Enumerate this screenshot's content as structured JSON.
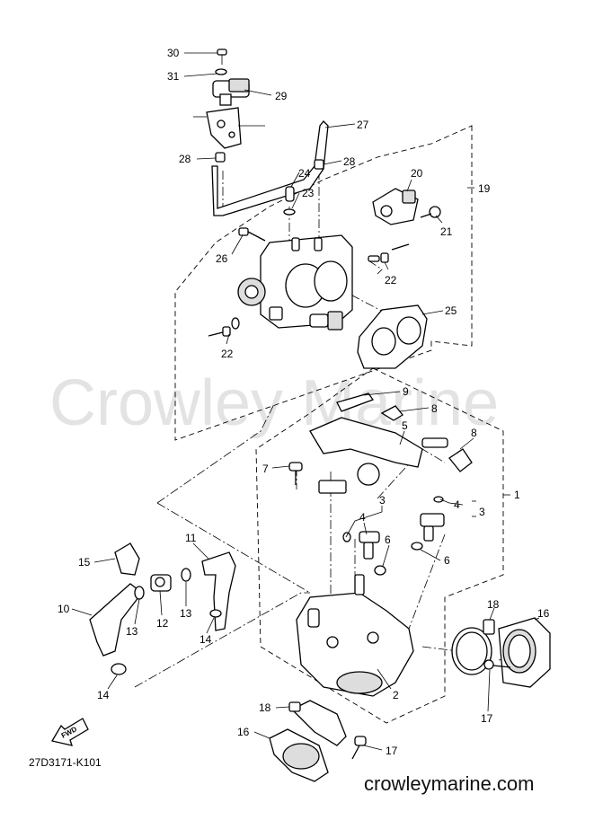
{
  "watermark": "Crowley Marine",
  "site": "crowleymarine.com",
  "drawing_code": "27D3171-K101",
  "fwd_label": "FWD",
  "callouts": {
    "c1": "1",
    "c2": "2",
    "c3a": "3",
    "c3b": "3",
    "c4a": "4",
    "c4b": "4",
    "c5": "5",
    "c6a": "6",
    "c6b": "6",
    "c7": "7",
    "c8a": "8",
    "c8b": "8",
    "c9": "9",
    "c10": "10",
    "c11": "11",
    "c12": "12",
    "c13a": "13",
    "c13b": "13",
    "c14a": "14",
    "c14b": "14",
    "c15": "15",
    "c16a": "16",
    "c16b": "16",
    "c17a": "17",
    "c17b": "17",
    "c18a": "18",
    "c18b": "18",
    "c19": "19",
    "c20": "20",
    "c21": "21",
    "c22a": "22",
    "c22b": "22",
    "c23": "23",
    "c24": "24",
    "c25": "25",
    "c26": "26",
    "c27": "27",
    "c28a": "28",
    "c28b": "28",
    "c29": "29",
    "c30": "30",
    "c31": "31"
  }
}
